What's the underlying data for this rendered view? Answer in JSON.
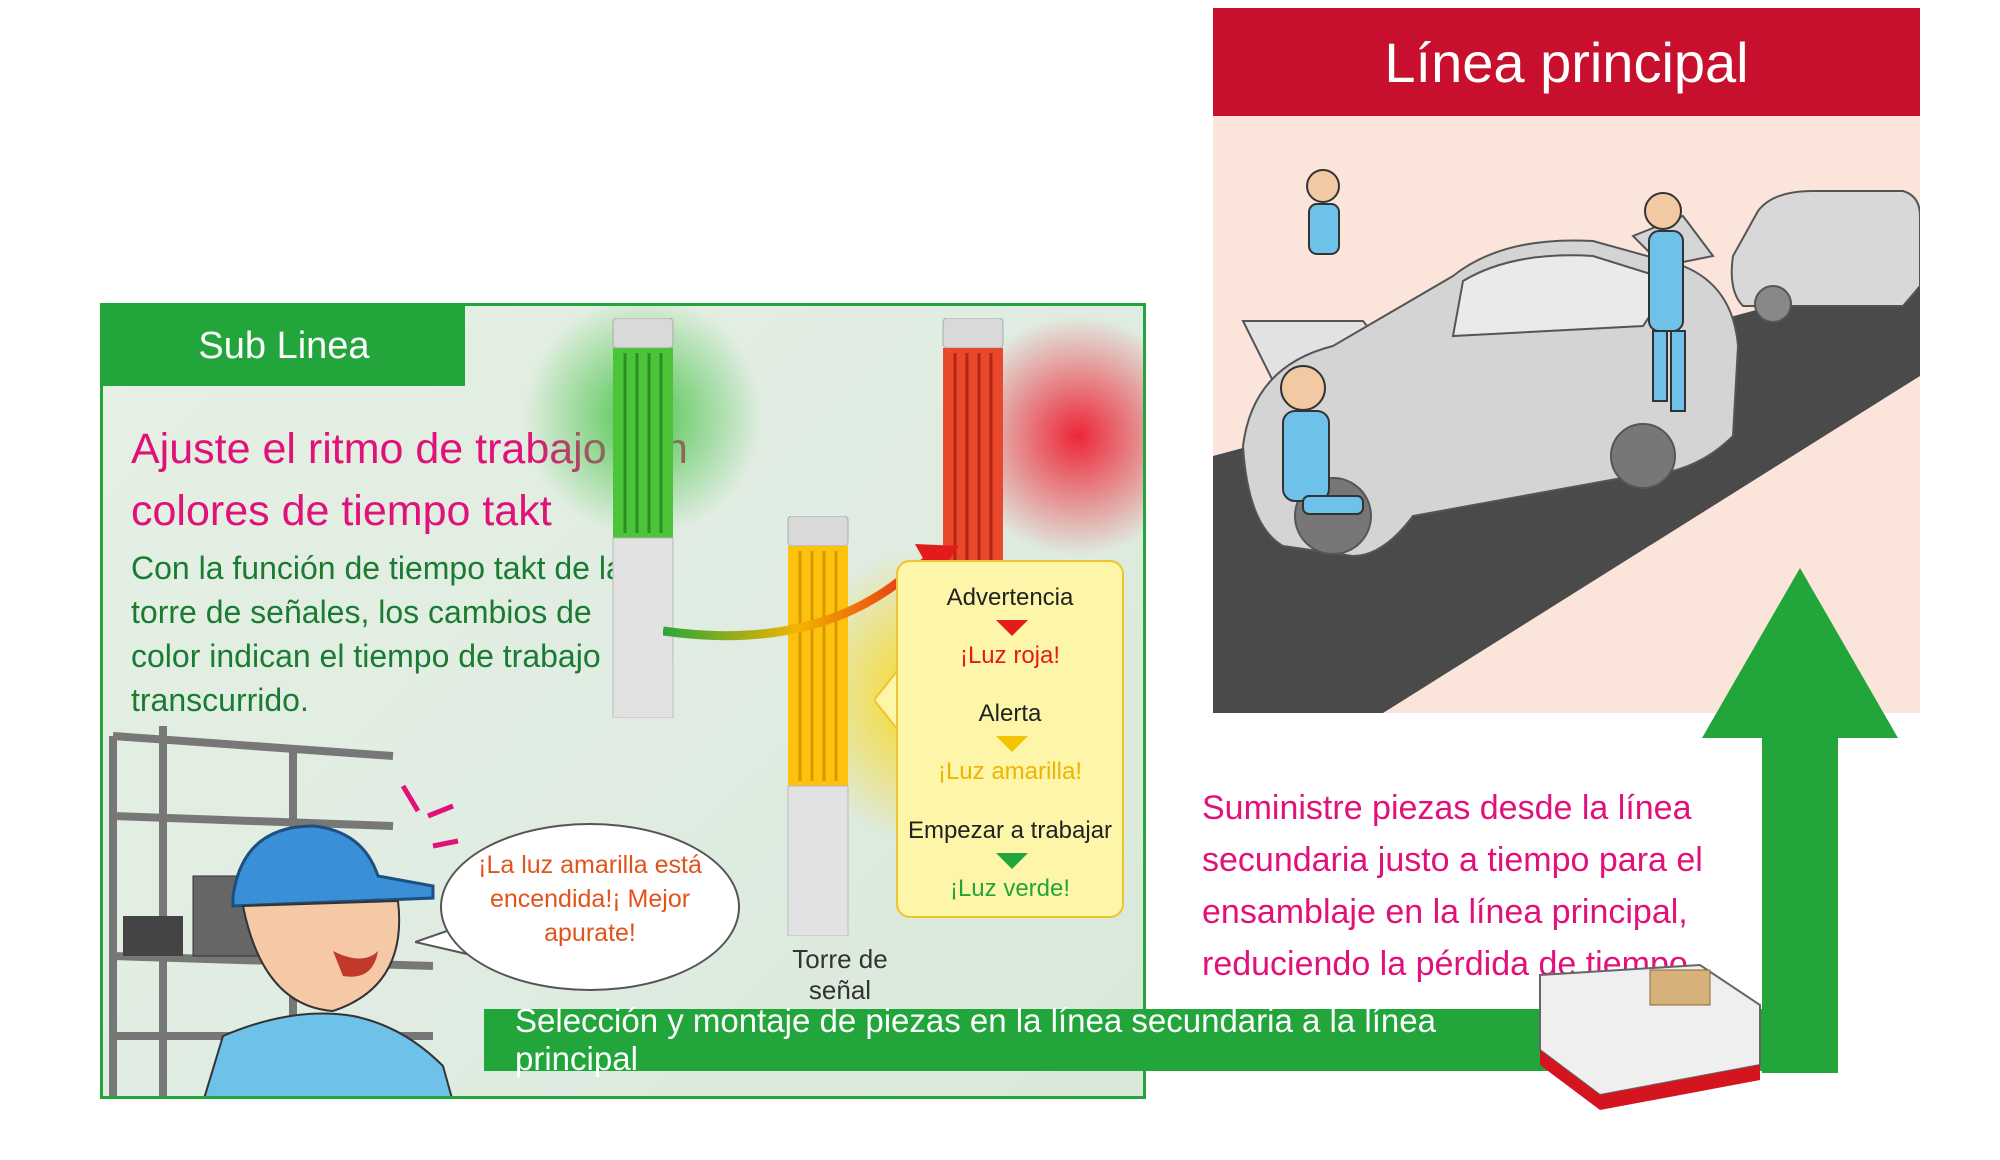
{
  "sub_line": {
    "tab_label": "Sub Linea",
    "heading": "Ajuste el ritmo de trabajo con colores de tiempo takt",
    "description": "Con la función de tiempo takt de la torre de señales, los cambios de color indican el tiempo de trabajo transcurrido.",
    "tower_label": "Torre de señal",
    "speech": "¡La luz amarilla está encendida!¡ Mejor apurate!"
  },
  "callout": {
    "warning_label": "Advertencia",
    "warning_light": "¡Luz roja!",
    "alert_label": "Alerta",
    "alert_light": "¡Luz amarilla!",
    "start_label": "Empezar a trabajar",
    "start_light": "¡Luz verde!"
  },
  "main_line": {
    "header": "Línea principal",
    "supply_text": "Suministre piezas desde la línea secundaria justo a tiempo para el ensamblaje en la línea principal, reduciendo la pérdida de tiempo"
  },
  "bottom_banner": "Selección y montaje de piezas en la línea secundaria a la línea principal",
  "colors": {
    "green": "#22a63b",
    "red": "#c8102e",
    "magenta": "#e2117a",
    "yellow": "#f7c800",
    "panel_bg": "#e2eee3",
    "main_bg": "#fbe5db"
  }
}
